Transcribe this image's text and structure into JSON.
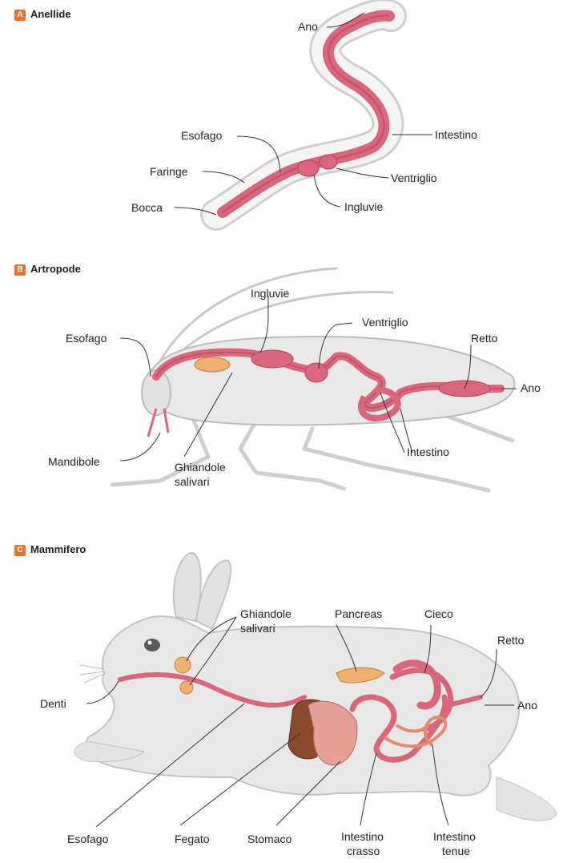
{
  "sections": {
    "a": {
      "badge": "A",
      "title": "Anellide",
      "labels": {
        "ano": "Ano",
        "esofago": "Esofago",
        "intestino": "Intestino",
        "faringe": "Faringe",
        "ventriglio": "Ventriglio",
        "bocca": "Bocca",
        "ingluvie": "Ingluvie"
      }
    },
    "b": {
      "badge": "B",
      "title": "Artropode",
      "labels": {
        "ingluvie": "Ingluvie",
        "ventriglio": "Ventriglio",
        "esofago": "Esofago",
        "retto": "Retto",
        "ano": "Ano",
        "intestino": "Intestino",
        "mandibole": "Mandibole",
        "ghiandole_1": "Ghiandole",
        "ghiandole_2": "salivari"
      }
    },
    "c": {
      "badge": "C",
      "title": "Mammifero",
      "labels": {
        "ghiandole_1": "Ghiandole",
        "ghiandole_2": "salivari",
        "pancreas": "Pancreas",
        "cieco": "Cieco",
        "retto": "Retto",
        "denti": "Denti",
        "ano": "Ano",
        "esofago": "Esofago",
        "fegato": "Fegato",
        "stomaco": "Stomaco",
        "intestino_crasso_1": "Intestino",
        "intestino_crasso_2": "crasso",
        "intestino_tenue_1": "Intestino",
        "intestino_tenue_2": "tenue"
      }
    }
  },
  "colors": {
    "badge": "#f26f25",
    "gut": "#d9667a",
    "gut_dark": "#b84058",
    "body_light": "#e8e8e8",
    "liver": "#8b4a2b",
    "gland": "#f0b070"
  }
}
